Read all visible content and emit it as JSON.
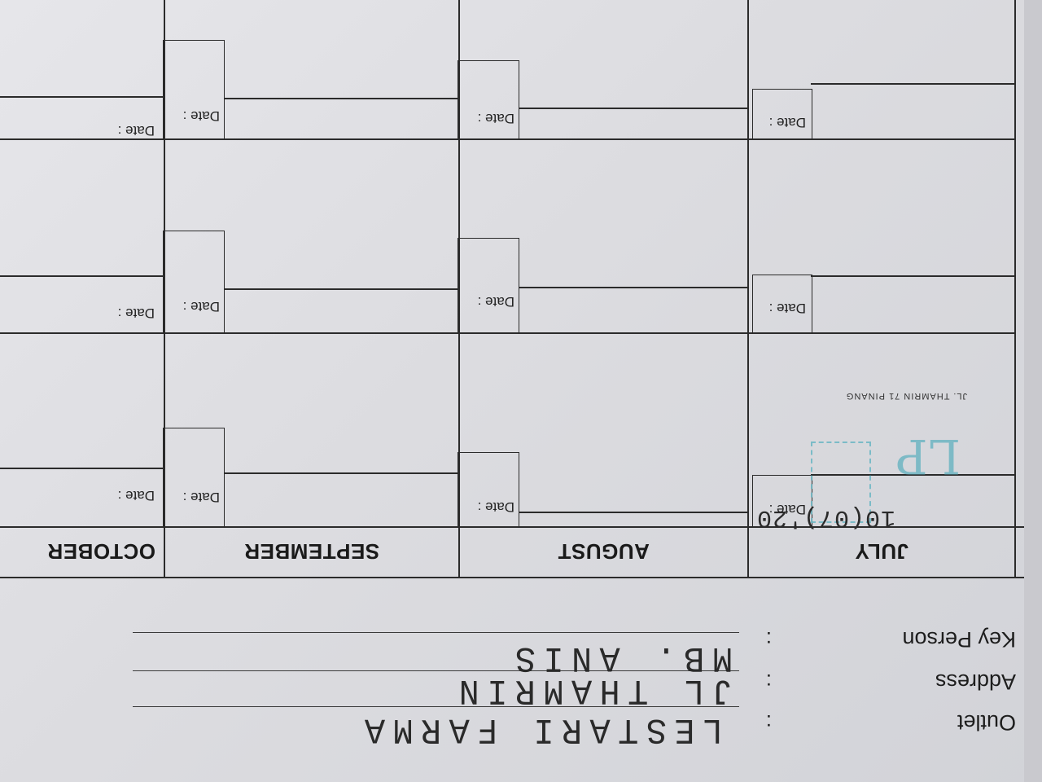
{
  "form": {
    "outlet_label": "Outlet",
    "address_label": "Address",
    "key_person_label": "Key Person",
    "colon": ":",
    "outlet_value": "LESTARI FARMA",
    "address_value": "JL THAMRIN",
    "key_person_value": "MB. ANIS"
  },
  "months": [
    "JULY",
    "AUGUST",
    "SEPTEMBER",
    "OCTOBER"
  ],
  "date_label": "Date :",
  "stamp": {
    "address_line": "JL. THAMRIN 71 PINANG",
    "initials": "LP",
    "handwritten_date": "10(07)'20"
  },
  "colors": {
    "paper": "#e4e4e8",
    "ink": "#2b2b2b",
    "stamp": "#5fb0bf"
  }
}
